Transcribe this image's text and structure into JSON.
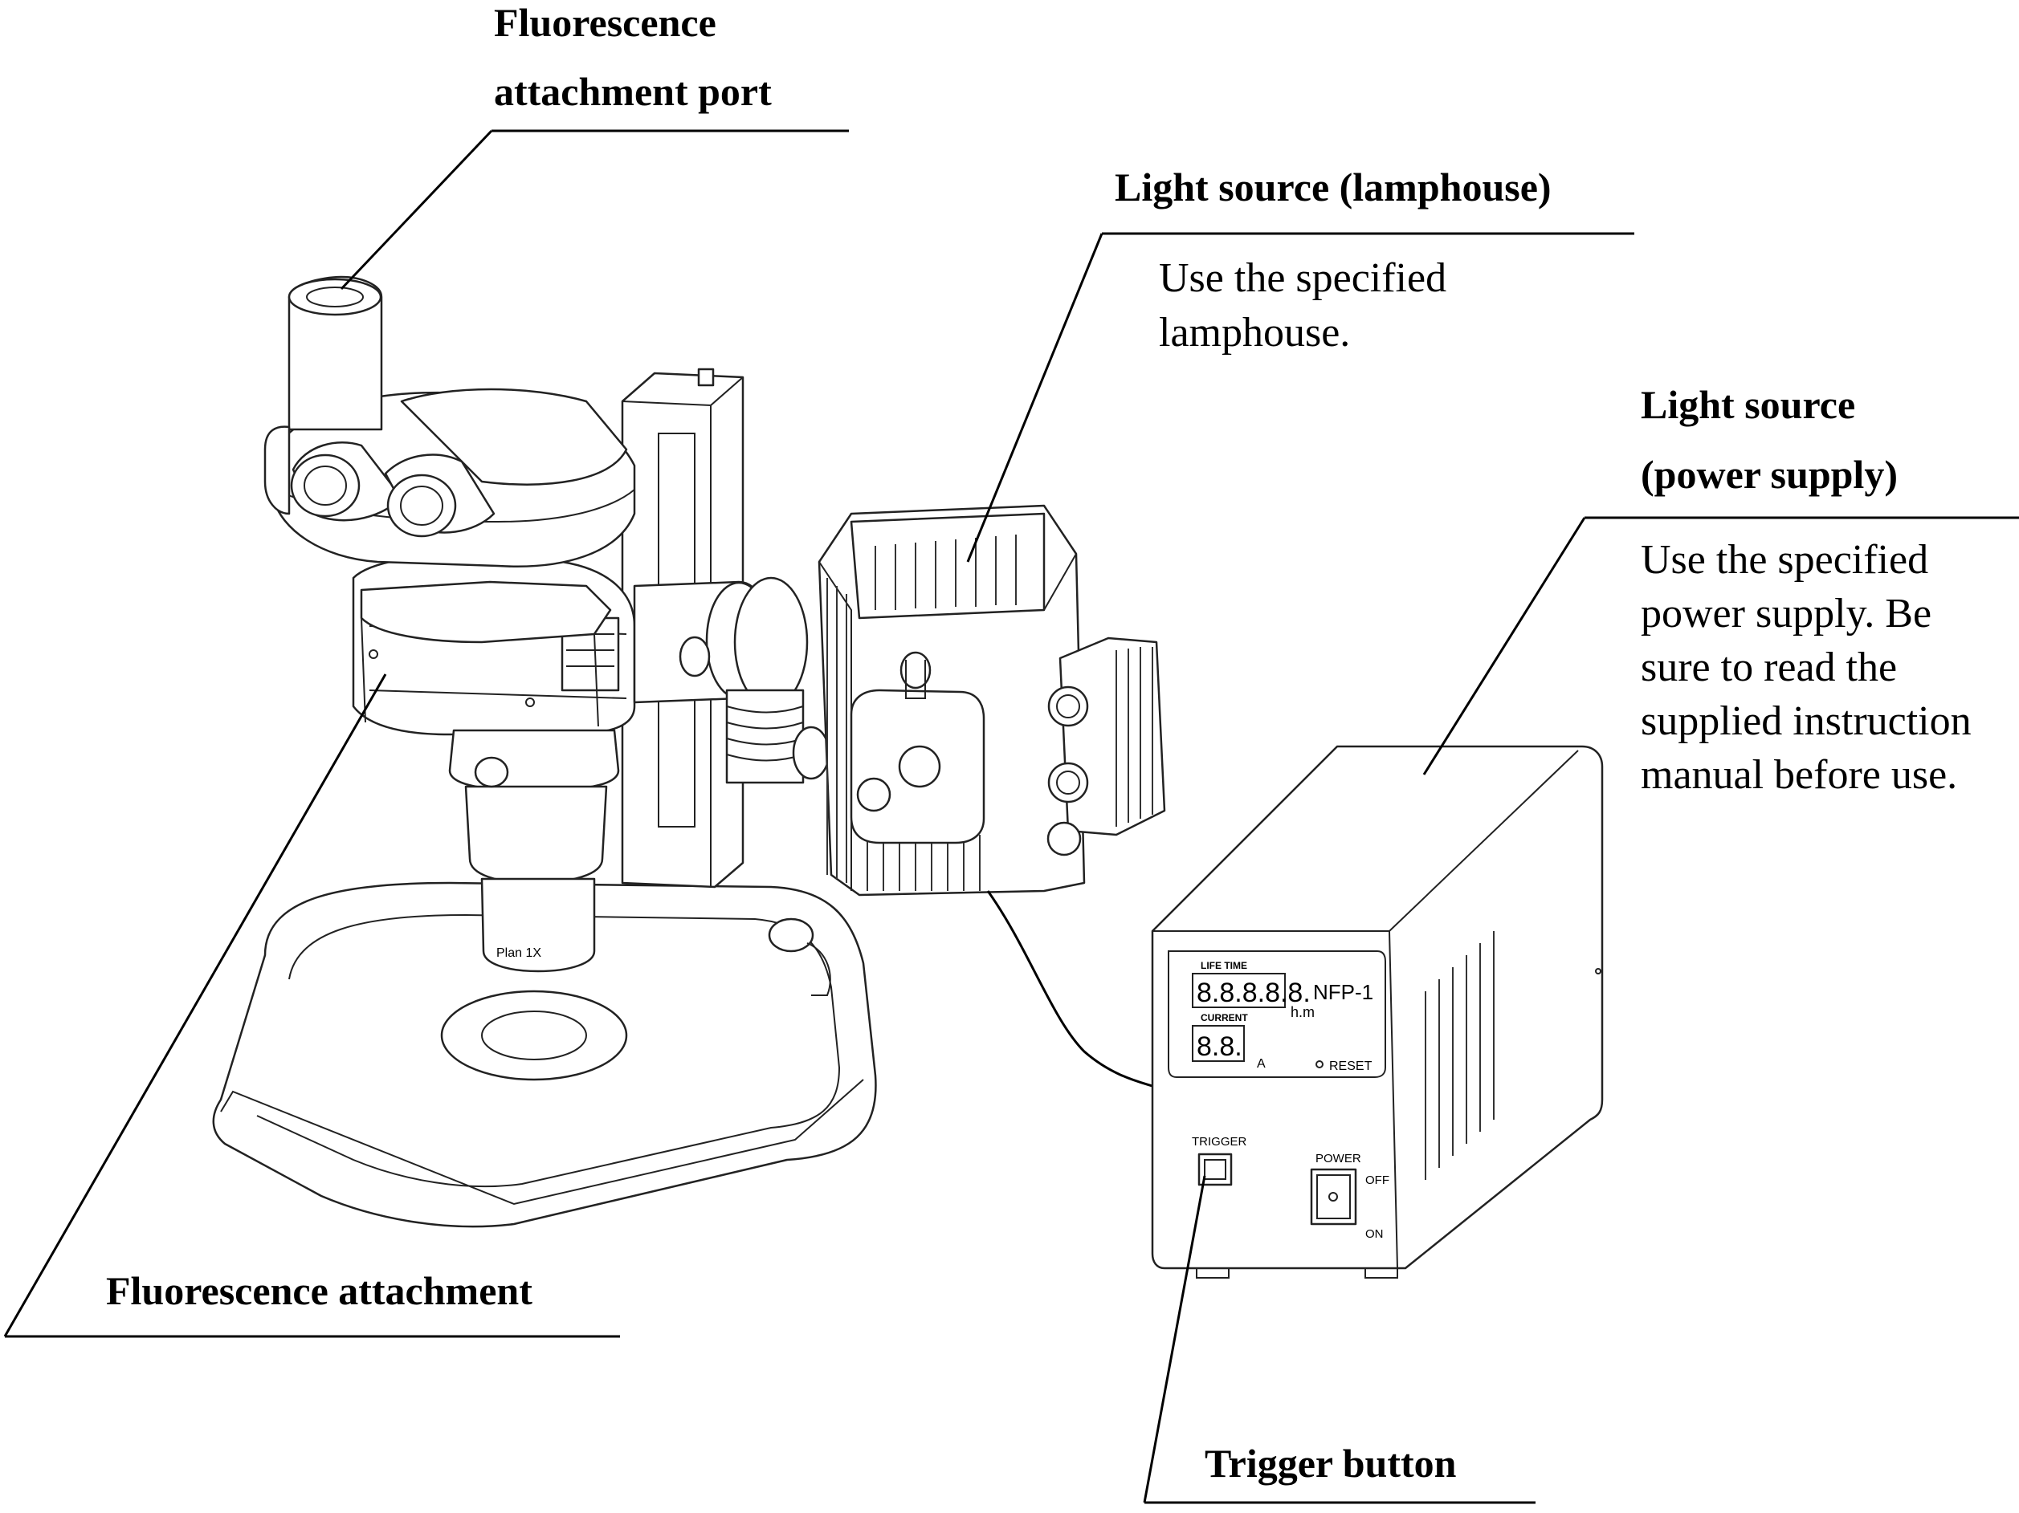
{
  "callouts": {
    "port": {
      "line1": "Fluorescence",
      "line2": "attachment port"
    },
    "lamphouse": {
      "title": "Light source (lamphouse)",
      "note1": "Use the specified",
      "note2": "lamphouse."
    },
    "power": {
      "title1": "Light source",
      "title2": "(power supply)",
      "note1": "Use the specified",
      "note2": "power supply. Be",
      "note3": "sure to read the",
      "note4": "supplied instruction",
      "note5": "manual before use."
    },
    "attachment": {
      "label": "Fluorescence attachment"
    },
    "trigger": {
      "label": "Trigger button"
    }
  },
  "panel": {
    "life_time": "LIFE  TIME",
    "life_digits": "8.8.8.8.8.",
    "hm": "h.m",
    "model": "NFP-1",
    "current": "CURRENT",
    "current_digits": "8.8.",
    "amp": "A",
    "reset": "RESET",
    "trigger": "TRIGGER",
    "power": "POWER",
    "off": "OFF",
    "on": "ON"
  },
  "objective_label": "Plan  1X"
}
